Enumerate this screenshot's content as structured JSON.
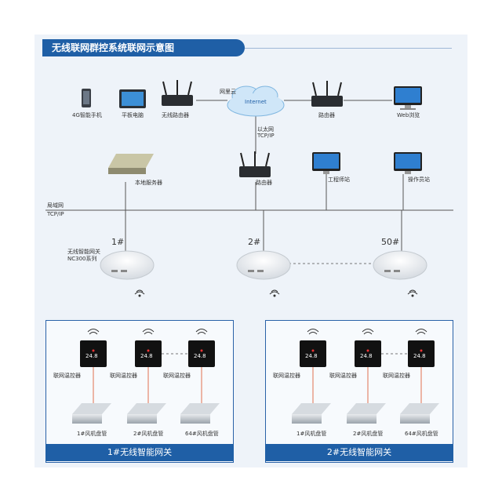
{
  "title": "无线联网群控系统联网示意图",
  "top": {
    "phone": "4G智能手机",
    "tablet": "平板电脑",
    "wifi_router": "无线路由器",
    "cloud_label": "网里云",
    "cloud_text": "Internet",
    "router_right": "路由器",
    "web": "Web浏览",
    "ethernet": "以太网",
    "ethernet_proto": "TCP/IP",
    "router_mid": "路由器",
    "local_server": "本地服务器",
    "eng_station": "工程师站",
    "op_station": "操作员站"
  },
  "lan": {
    "name": "局域网",
    "proto": "TCP/IP"
  },
  "gateways": {
    "label1": "无线智能网关",
    "label2": "NC300系列",
    "nums": [
      "1#",
      "2#",
      "50#"
    ]
  },
  "groups": [
    {
      "title": "1#无线智能网关",
      "thermostat_label": "联网温控器",
      "fan_labels": [
        "1#风机盘管",
        "2#风机盘管",
        "64#风机盘管"
      ]
    },
    {
      "title": "2#无线智能网关",
      "thermostat_label": "联网温控器",
      "fan_labels": [
        "1#风机盘管",
        "2#风机盘管",
        "64#风机盘管"
      ]
    }
  ],
  "thermostat_display": "24.8",
  "colors": {
    "brand": "#1f5fa6",
    "line": "#555555",
    "wire": "#e07050"
  }
}
